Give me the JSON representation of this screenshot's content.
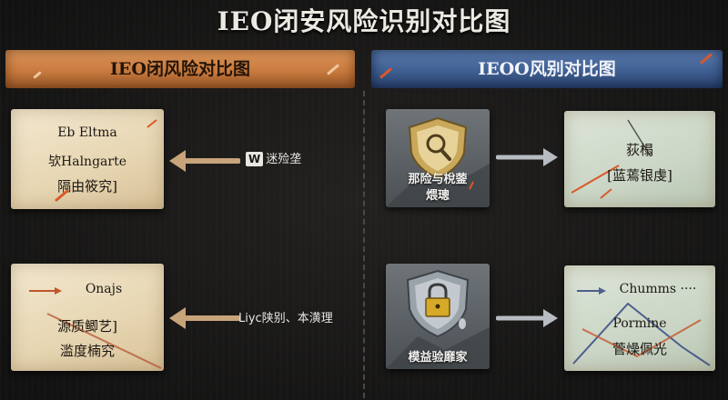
{
  "title": "IEO闭安风险识别对比图",
  "left_panel": {
    "header": "IEO闭风险对比图",
    "top_card": {
      "lines": [
        "Eb Eltma",
        "欤Halngarte",
        "隔由筱究]"
      ]
    },
    "top_link_label": "迷殓垄",
    "top_link_badge": "W",
    "bottom_card": {
      "lines": [
        "Onajs",
        "源质鲫艺]",
        "滥度楠究"
      ]
    },
    "bottom_link_label": "Liyc陕别、本潢理"
  },
  "right_panel": {
    "header": "IEOO风别对比图",
    "top_shield": {
      "label_lines": [
        "那险与梲蓥",
        "煨璁"
      ],
      "icon": "shield-magnifier-icon"
    },
    "top_card": {
      "lines": [
        "荻榻",
        "[蓝蔫银虔]"
      ]
    },
    "bottom_shield": {
      "label_lines": [
        "模益验靡家"
      ],
      "icon": "shield-padlock-icon"
    },
    "bottom_card": {
      "lines": [
        "Chumms ····",
        "Pormine",
        "菅燥佩光"
      ]
    }
  },
  "colors": {
    "left_accent": "#c87a3e",
    "right_accent": "#3f5f92",
    "arrow_tan": "#c8a47a",
    "arrow_gray": "#b6bcc2",
    "streak_red": "#d9582b",
    "streak_blue": "#3b6fd6"
  }
}
